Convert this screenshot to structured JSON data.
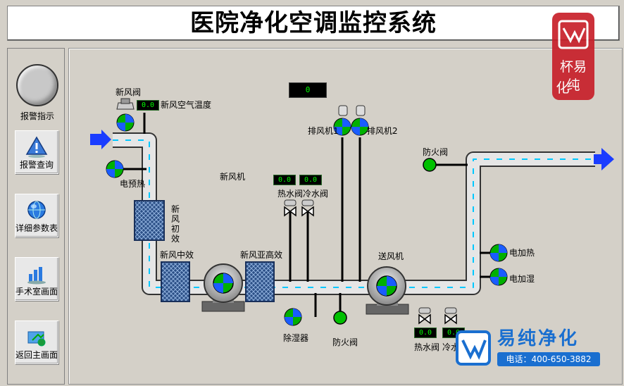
{
  "title": "医院净化空调监控系统",
  "sidebar": {
    "alarm_indicator": "报警指示",
    "buttons": [
      "报警查询",
      "详细参数表",
      "手术室画面",
      "返回主画面"
    ]
  },
  "top_display": "0",
  "labels": {
    "fresh_air_valve": "新风阀",
    "fresh_air_temp": "新风空气温度",
    "preheat": "电预热",
    "fresh_fan": "新风机",
    "primary_filter": "新风初效",
    "medium_filter": "新风中效",
    "sub_high_filter": "新风亚高效",
    "hot_cold_valves": "热水阀冷水阀",
    "exhaust_fan_1": "排风机1",
    "exhaust_fan_2": "排风机2",
    "fire_valve_top": "防火阀",
    "supply_fan": "送风机",
    "electric_heat": "电加热",
    "electric_humid": "电加湿",
    "dehumidifier": "除湿器",
    "fire_valve_bottom": "防火阀",
    "hot_valve": "热水阀",
    "cold_valve": "冷水阀"
  },
  "readings": {
    "fresh_air_temp": "0.0",
    "hot_valve_top": "0.0",
    "cold_valve_top": "0.0",
    "hot_valve_bottom": "0.0",
    "cold_valve_bottom": "0.0"
  },
  "watermark": {
    "logo_text": "易纯净化",
    "phone": "电话：400-650-3882",
    "seal_text": "杯易纯",
    "seal_text_2": "化"
  },
  "colors": {
    "duct": "#e6e6e6",
    "duct_edge": "#333333",
    "flow": "#00c8ff",
    "arrow": "#1a3cff",
    "valve_green": "#00b000",
    "valve_blue": "#1a5cff",
    "brand_blue": "#1a6fd0",
    "seal_red": "#c8202a"
  }
}
